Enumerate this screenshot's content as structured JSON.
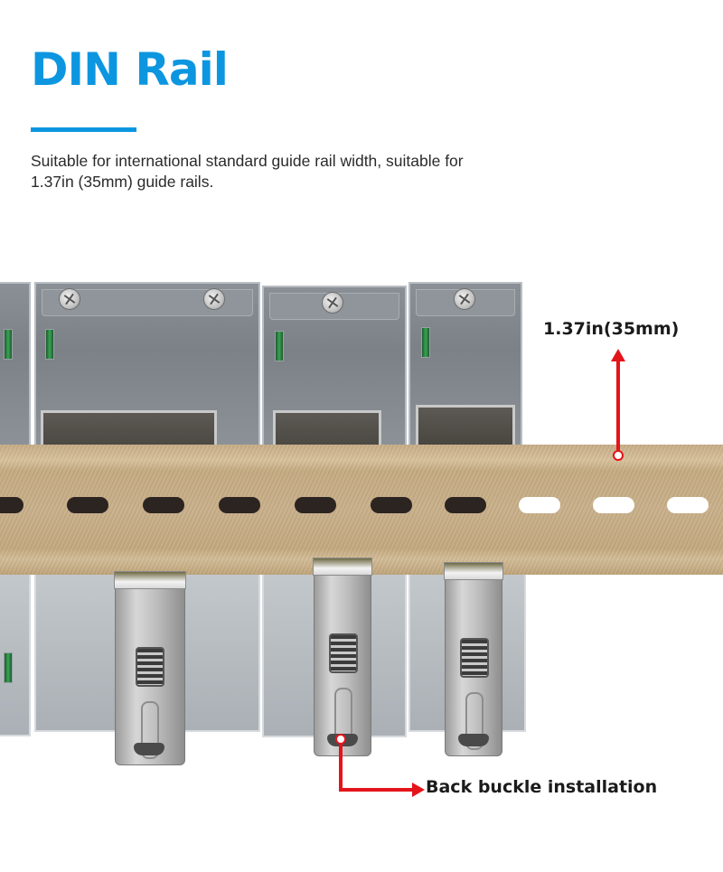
{
  "header": {
    "title": "DIN Rail",
    "accent_color": "#0d96e0",
    "description_lines": [
      "Suitable for international standard guide rail width, suitable for",
      "1.37in (35mm) guide rails."
    ]
  },
  "annotations": {
    "rail_width": {
      "label": "1.37in(35mm)",
      "arrow_color": "#e4141b",
      "direction": "up"
    },
    "back_buckle": {
      "label": "Back buckle installation",
      "arrow_color": "#e4141b",
      "direction": "right"
    }
  },
  "image": {
    "subject": "power supply modules mounted on a DIN rail with spring clip latches",
    "module_count_visible": 4,
    "latch_count_visible": 3,
    "rail_slot_count": 10,
    "rail_color": "#c7ad86"
  }
}
